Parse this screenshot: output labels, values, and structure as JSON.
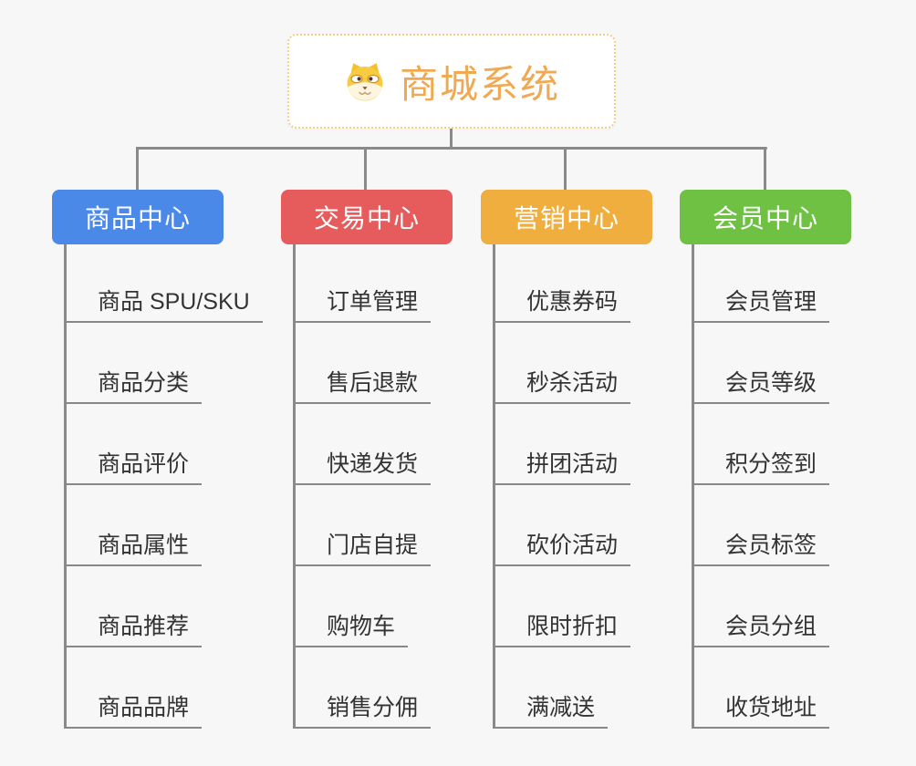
{
  "root": {
    "title": "商城系统",
    "icon": "dog-face-icon"
  },
  "branches": [
    {
      "label": "商品中心",
      "color": "#4a89e8",
      "children": [
        "商品 SPU/SKU",
        "商品分类",
        "商品评价",
        "商品属性",
        "商品推荐",
        "商品品牌"
      ]
    },
    {
      "label": "交易中心",
      "color": "#e65c5c",
      "children": [
        "订单管理",
        "售后退款",
        "快递发货",
        "门店自提",
        "购物车",
        "销售分佣"
      ]
    },
    {
      "label": "营销中心",
      "color": "#efae3d",
      "children": [
        "优惠券码",
        "秒杀活动",
        "拼团活动",
        "砍价活动",
        "限时折扣",
        "满减送"
      ]
    },
    {
      "label": "会员中心",
      "color": "#6ec143",
      "children": [
        "会员管理",
        "会员等级",
        "积分签到",
        "会员标签",
        "会员分组",
        "收货地址"
      ]
    }
  ],
  "colors": {
    "background": "#f7f7f7",
    "connector": "#8a8a8a",
    "leaf_text": "#333333",
    "leaf_underline": "#888888",
    "root_text": "#f0a851",
    "root_border": "#f6cd86",
    "root_background": "#ffffff"
  }
}
